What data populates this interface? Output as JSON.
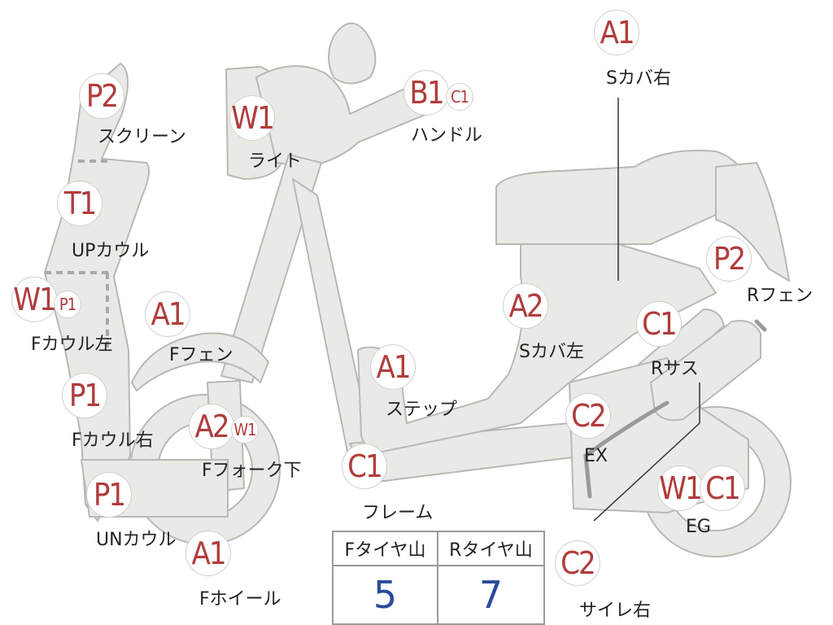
{
  "parts": [
    {
      "id": "screen",
      "grade": "P2",
      "label": "スクリーン"
    },
    {
      "id": "upcowl",
      "grade": "T1",
      "label": "UPカウル"
    },
    {
      "id": "fcowl-l",
      "grade": "W1",
      "grade2": "P1",
      "label": "Fカウル左"
    },
    {
      "id": "fcowl-r",
      "grade": "P1",
      "label": "Fカウル右"
    },
    {
      "id": "uncowl",
      "grade": "P1",
      "label": "UNカウル"
    },
    {
      "id": "light",
      "grade": "W1",
      "label": "ライト"
    },
    {
      "id": "ffender",
      "grade": "A1",
      "label": "Fフェン"
    },
    {
      "id": "ffork",
      "grade": "A2",
      "grade2": "W1",
      "label": "Fフォーク下"
    },
    {
      "id": "fwheel",
      "grade": "A1",
      "label": "Fホイール"
    },
    {
      "id": "handle",
      "grade": "B1",
      "grade2": "C1",
      "label": "ハンドル"
    },
    {
      "id": "frame",
      "grade": "C1",
      "label": "フレーム"
    },
    {
      "id": "step",
      "grade": "A1",
      "label": "ステップ"
    },
    {
      "id": "scover-l",
      "grade": "A2",
      "label": "Sカバ左"
    },
    {
      "id": "scover-r",
      "grade": "A1",
      "label": "Sカバ右"
    },
    {
      "id": "rfender",
      "grade": "P2",
      "label": "Rフェン"
    },
    {
      "id": "rsus",
      "grade": "C1",
      "label": "Rサス"
    },
    {
      "id": "ex",
      "grade": "C2",
      "label": "EX"
    },
    {
      "id": "eg",
      "grade": "W1",
      "grade2": "C1",
      "label": "EG"
    },
    {
      "id": "silencer-r",
      "grade": "C2",
      "label": "サイレ右"
    }
  ],
  "tire_table": {
    "front_header": "Fタイヤ山",
    "rear_header": "Rタイヤ山",
    "front_value": "5",
    "rear_value": "7"
  },
  "colors": {
    "body_fill": "#e9e9e6",
    "body_stroke": "#b8b8b4",
    "grade_text": "#b03c3c",
    "value_text": "#2a4a9a"
  }
}
